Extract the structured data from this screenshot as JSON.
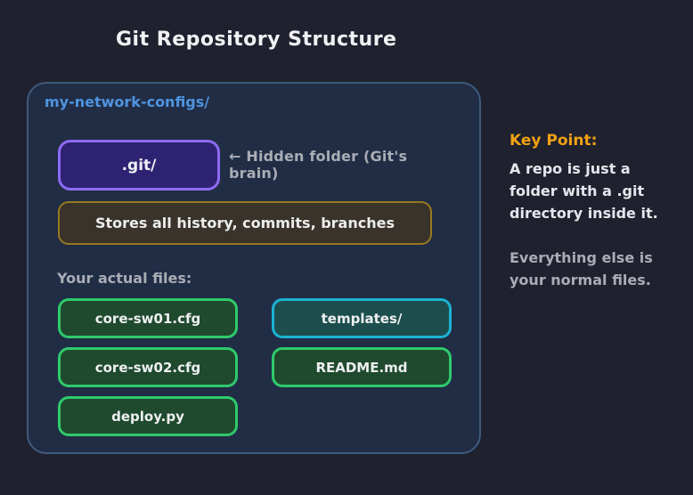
{
  "page": {
    "title": "Git Repository Structure"
  },
  "repo_container": {
    "label": "my-network-configs/",
    "git_box": {
      "label": ".git/"
    },
    "git_annotation": "← Hidden folder (Git's brain)",
    "storage_box": {
      "label": "Stores all history, commits, branches"
    },
    "files_label": "Your actual files:",
    "files": [
      {
        "label": "core-sw01.cfg",
        "kind": "file"
      },
      {
        "label": "templates/",
        "kind": "folder"
      },
      {
        "label": "core-sw02.cfg",
        "kind": "file"
      },
      {
        "label": "README.md",
        "kind": "file"
      },
      {
        "label": "deploy.py",
        "kind": "file"
      }
    ]
  },
  "key_point": {
    "heading": "Key Point:",
    "body_primary": "A repo is just a folder with a .git directory inside it.",
    "body_secondary": "Everything else is your normal files."
  },
  "colors": {
    "background": "#1f212e",
    "container_fill": "#212d45",
    "container_border": "#3e5a7d",
    "repo_label_blue": "#4f94e0",
    "git_box_fill": "#2e2272",
    "git_box_border": "#8d6bf2",
    "storage_box_fill": "#3a332b",
    "storage_box_border": "#97791f",
    "file_box_fill": "#1f4a2e",
    "file_box_border": "#2fca6c",
    "folder_box_fill": "#1d4e4e",
    "folder_box_border": "#1ab3d4",
    "key_point_orange": "#f2a213",
    "muted_text": "#a9adb5",
    "primary_text": "#f1f1f4"
  }
}
